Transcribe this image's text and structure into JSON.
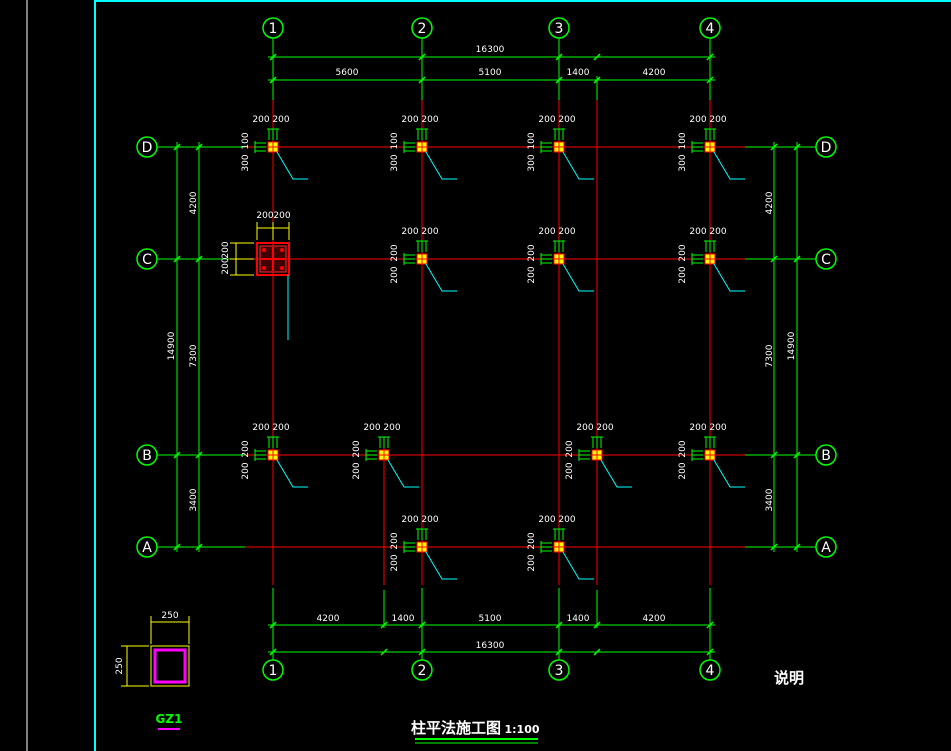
{
  "drawing": {
    "title": "柱平法施工图",
    "scale": "1:100",
    "notes_heading": "说明",
    "detail_name": "GZ1",
    "detail_dim_width": "250",
    "detail_dim_height": "250"
  },
  "grid_columns": [
    "1",
    "2",
    "3",
    "4"
  ],
  "grid_rows": [
    "D",
    "C",
    "B",
    "A"
  ],
  "top_dims": {
    "overall": "16300",
    "segments": [
      "5600",
      "5100",
      "1400",
      "4200"
    ]
  },
  "bottom_dims": {
    "overall": "16300",
    "segments": [
      "4200",
      "1400",
      "5100",
      "1400",
      "4200"
    ]
  },
  "left_dims": {
    "overall": "14900",
    "segments": [
      "4200",
      "7300",
      "3400"
    ]
  },
  "right_dims": {
    "overall": "14900",
    "segments": [
      "4200",
      "7300",
      "3400"
    ]
  },
  "column_labels": {
    "offset_200": "200",
    "offset_100": "100",
    "offset_300": "300"
  },
  "colors": {
    "grid_red": "#ff0000",
    "dim_green": "#00ff00",
    "leader_cyan": "#00ffff",
    "frame_cyan": "#00ffff",
    "column_fill": "#ffff00",
    "detail_magenta": "#ff00ff",
    "text_white": "#ffffff"
  }
}
